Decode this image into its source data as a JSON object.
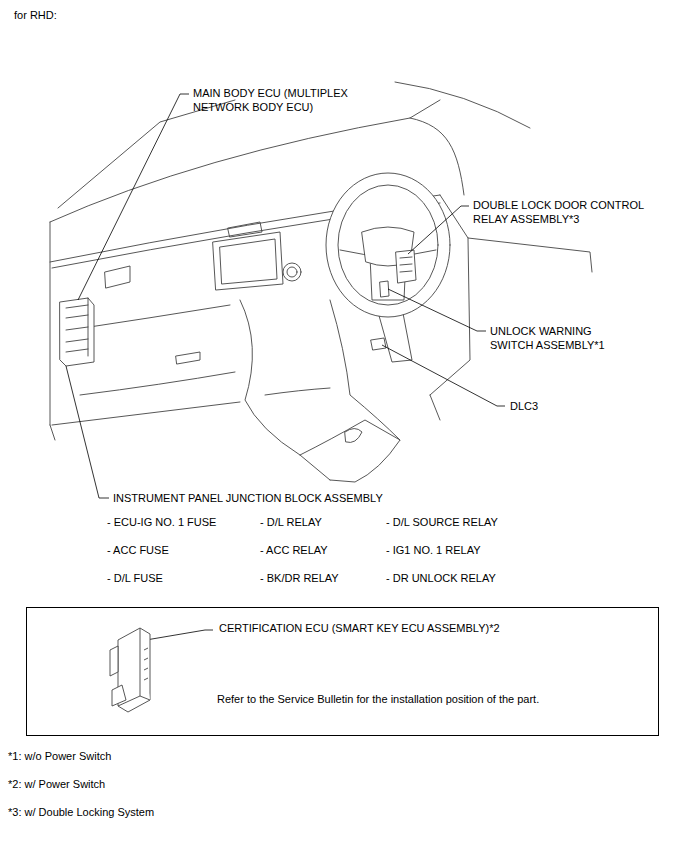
{
  "diagram": {
    "title": "for RHD:",
    "nodes": [
      {
        "text": [
          "CERTIFICATION ECU (SMART KEY ECU ASSEMBLY)*2",
          "Refer to the Service Bulletin for the installation position of the part."
        ]
      }
    ],
    "edges": [],
    "labels": [
      "MAIN BODY ECU (MULTIPLEX NETWORK BODY ECU)",
      "DOUBLE LOCK DOOR CONTROL RELAY ASSEMBLY*3",
      "UNLOCK WARNING SWITCH ASSEMBLY*1",
      "DLC3",
      "INSTRUMENT PANEL JUNCTION BLOCK ASSEMBLY",
      "- ECU-IG NO. 1 FUSE",
      "- D/L RELAY",
      "- D/L SOURCE RELAY",
      "- ACC FUSE",
      "- ACC RELAY",
      "- IG1 NO. 1 RELAY",
      "- D/L FUSE",
      "- BK/DR RELAY",
      "- DR UNLOCK RELAY",
      "*1: w/o Power Switch",
      "*2: w/ Power Switch",
      "*3: w/ Double Locking System"
    ]
  }
}
